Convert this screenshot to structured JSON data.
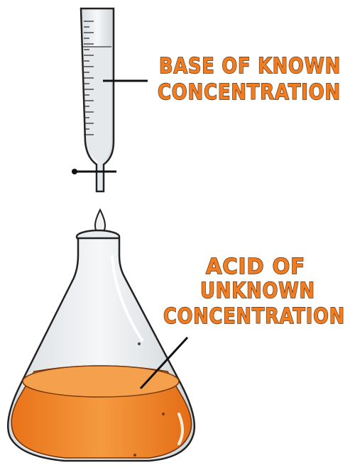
{
  "labels": {
    "burette": {
      "line1": "BASE OF KNOWN",
      "line2": "CONCENTRATION"
    },
    "flask": {
      "line1": "ACID OF",
      "line2": "UNKNOWN",
      "line3": "CONCENTRATION"
    }
  },
  "colors": {
    "label_fill": "#f07d21",
    "liquid": "#f28c2b",
    "glass_outline": "#222222"
  }
}
